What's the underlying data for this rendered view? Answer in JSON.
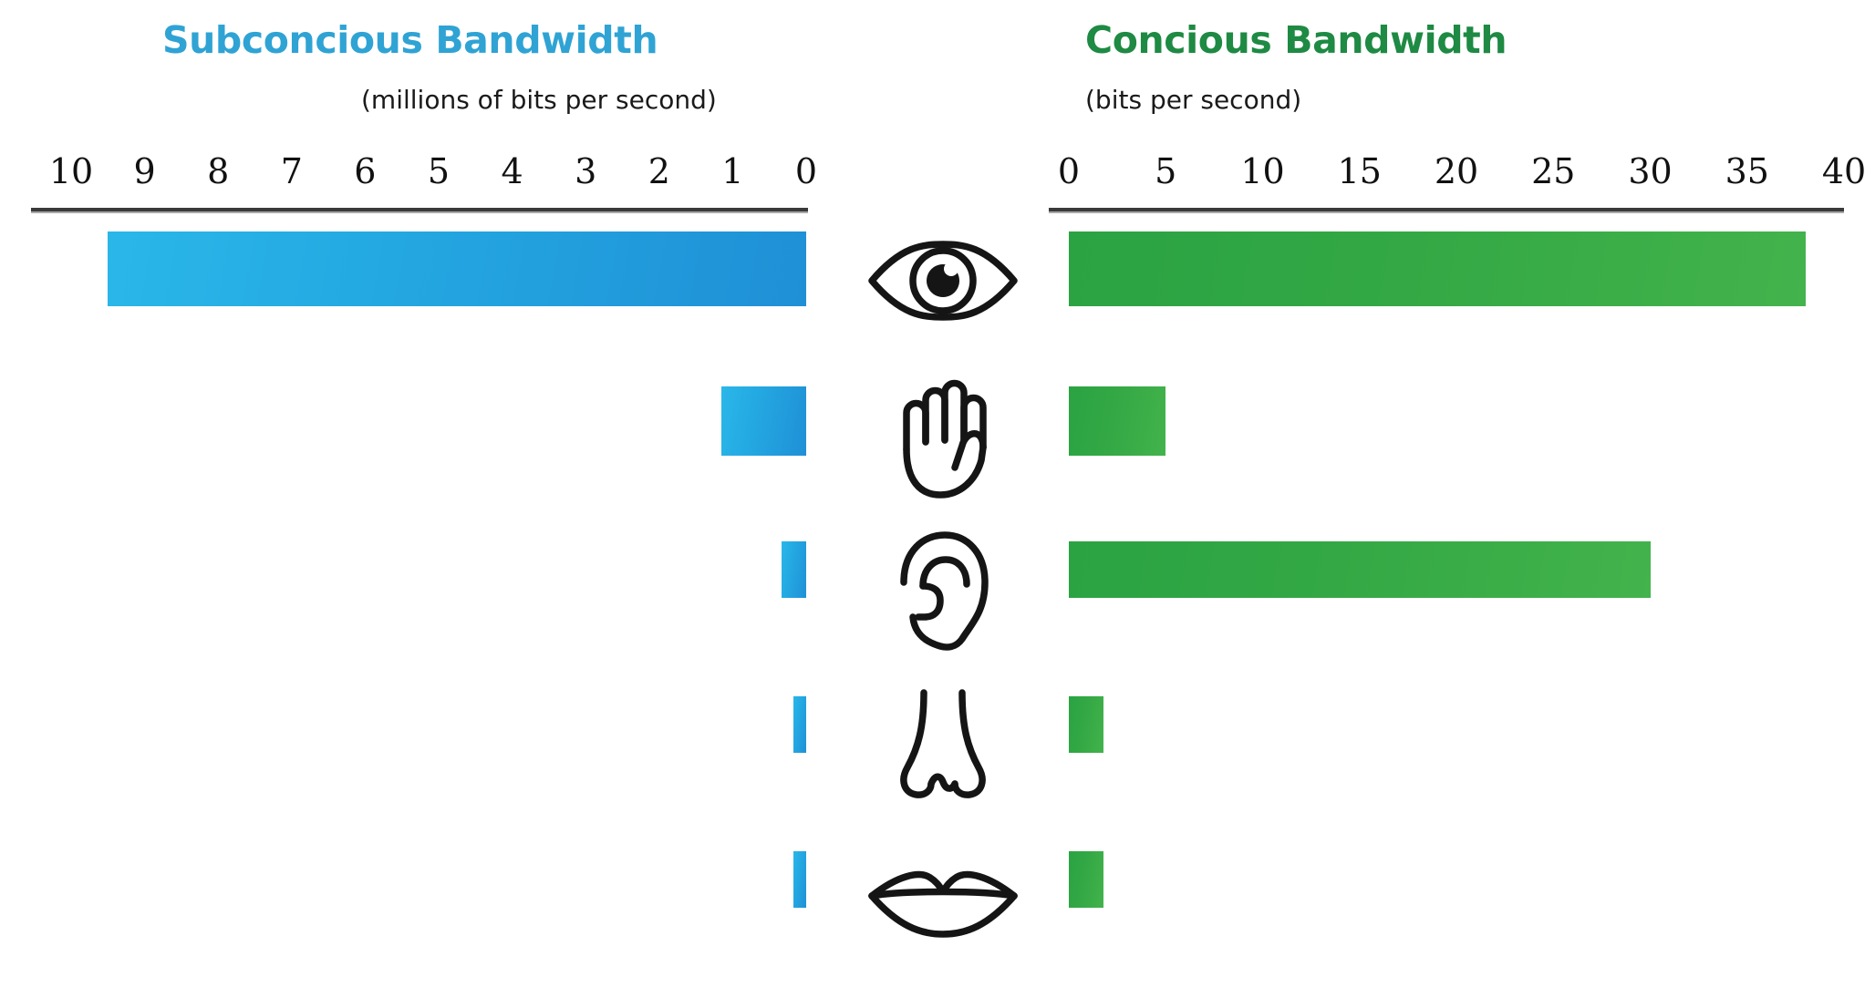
{
  "left_panel": {
    "title": "Subconcious Bandwidth",
    "subtitle": "(millions of bits per second)",
    "title_color": "#2fa3d4",
    "ticks": [
      "10",
      "9",
      "8",
      "7",
      "6",
      "5",
      "4",
      "3",
      "2",
      "1",
      "0"
    ]
  },
  "right_panel": {
    "title": "Concious Bandwidth",
    "subtitle": "(bits per second)",
    "title_color": "#1e8a43",
    "ticks": [
      "0",
      "5",
      "10",
      "15",
      "20",
      "25",
      "30",
      "35",
      "40"
    ]
  },
  "icons": [
    {
      "name": "eye-icon",
      "label": "eye"
    },
    {
      "name": "hand-icon",
      "label": "hand"
    },
    {
      "name": "ear-icon",
      "label": "ear"
    },
    {
      "name": "nose-icon",
      "label": "nose"
    },
    {
      "name": "mouth-icon",
      "label": "mouth"
    }
  ],
  "chart_data": {
    "type": "bar",
    "title": "Subconcious Bandwidth vs Concious Bandwidth",
    "orientation": "horizontal",
    "categories": [
      "eye",
      "hand",
      "ear",
      "nose",
      "mouth"
    ],
    "series": [
      {
        "name": "Subconcious Bandwidth",
        "unit": "millions of bits per second",
        "color": "#24a9e2",
        "axis": "left",
        "axis_reversed": true,
        "xlim": [
          10,
          0
        ],
        "ticks": [
          10,
          9,
          8,
          7,
          6,
          5,
          4,
          3,
          2,
          1,
          0
        ],
        "values": [
          9.5,
          1.16,
          0.33,
          0.17,
          0.17
        ]
      },
      {
        "name": "Concious Bandwidth",
        "unit": "bits per second",
        "color": "#33a844",
        "axis": "right",
        "axis_reversed": false,
        "xlim": [
          0,
          40
        ],
        "ticks": [
          0,
          5,
          10,
          15,
          20,
          25,
          30,
          35,
          40
        ],
        "values": [
          38,
          5,
          30,
          1.8,
          1.8
        ]
      }
    ],
    "xlabel": "",
    "ylabel": "",
    "grid": false,
    "legend": "none"
  }
}
